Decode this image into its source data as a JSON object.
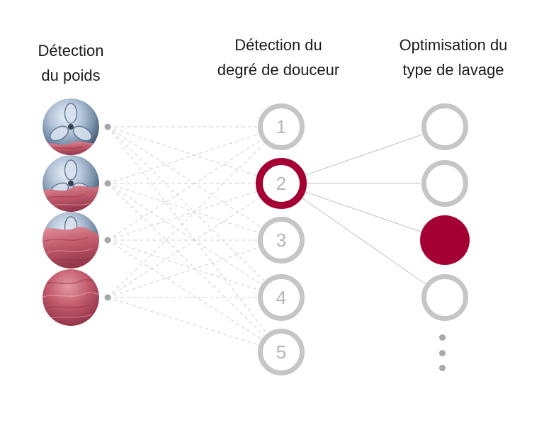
{
  "diagram": {
    "columns": [
      {
        "id": "weight-detection",
        "title_line1": "Détection",
        "title_line2": "du poids"
      },
      {
        "id": "softness-detection",
        "title_line1": "Détection du",
        "title_line2": "degré de douceur"
      },
      {
        "id": "wash-optimization",
        "title_line1": "Optimisation du",
        "title_line2": "type de lavage"
      }
    ],
    "input_nodes": [
      {
        "image": "washer-drum-small-laundry-load"
      },
      {
        "image": "washer-drum-half-laundry-load"
      },
      {
        "image": "washer-drum-large-laundry-load"
      },
      {
        "image": "washer-drum-full-laundry-load"
      }
    ],
    "hidden_nodes": [
      {
        "label": "1",
        "selected": false
      },
      {
        "label": "2",
        "selected": true
      },
      {
        "label": "3",
        "selected": false
      },
      {
        "label": "4",
        "selected": false
      },
      {
        "label": "5",
        "selected": false
      }
    ],
    "output_nodes": [
      {
        "selected": false
      },
      {
        "selected": false
      },
      {
        "selected": true
      },
      {
        "selected": false
      }
    ],
    "overflow_dots": 3,
    "colors": {
      "accent_red": "#a50034",
      "ring_gray": "#c6c6c6",
      "number_gray": "#b5b5b5",
      "line_gray": "#cfcfcf",
      "solid_line_gray": "#c2c2c2",
      "dot_gray": "#a8a8a8",
      "text_dark": "#1b1b1b"
    }
  }
}
